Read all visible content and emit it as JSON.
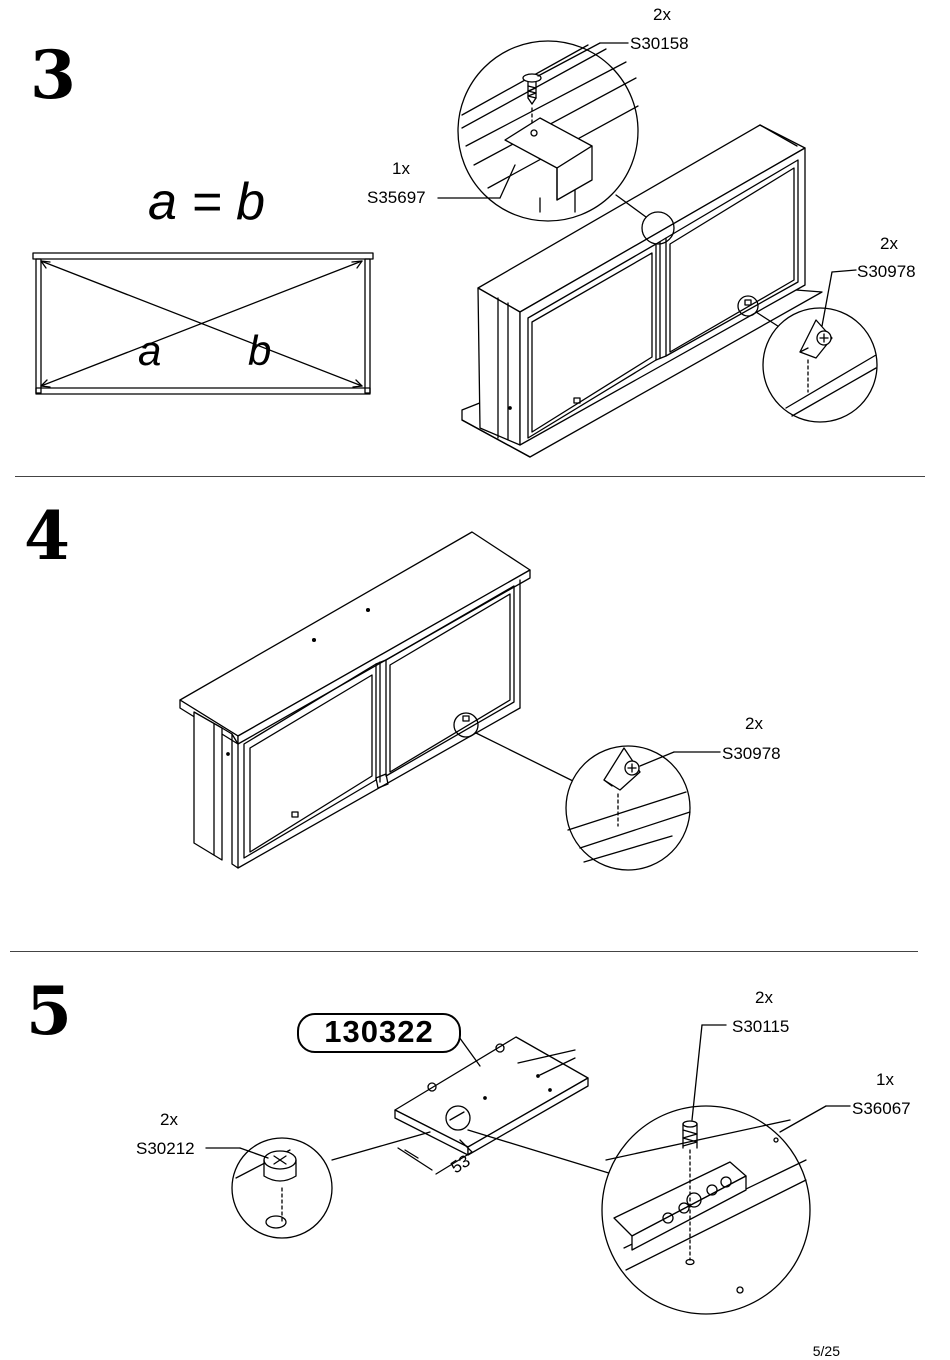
{
  "steps": {
    "s3": {
      "number": "3",
      "equation": "a = b",
      "label_a": "a",
      "label_b": "b"
    },
    "s4": {
      "number": "4"
    },
    "s5": {
      "number": "5"
    }
  },
  "callouts": {
    "s30158": {
      "qty": "2x",
      "code": "S30158"
    },
    "s35697": {
      "qty": "1x",
      "code": "S35697"
    },
    "s30978_a": {
      "qty": "2x",
      "code": "S30978"
    },
    "s30978_b": {
      "qty": "2x",
      "code": "S30978"
    },
    "s30115": {
      "qty": "2x",
      "code": "S30115"
    },
    "s36067": {
      "qty": "1x",
      "code": "S36067"
    },
    "s30212": {
      "qty": "2x",
      "code": "S30212"
    }
  },
  "part_number": "130322",
  "dimension": "53",
  "page": "5/25"
}
